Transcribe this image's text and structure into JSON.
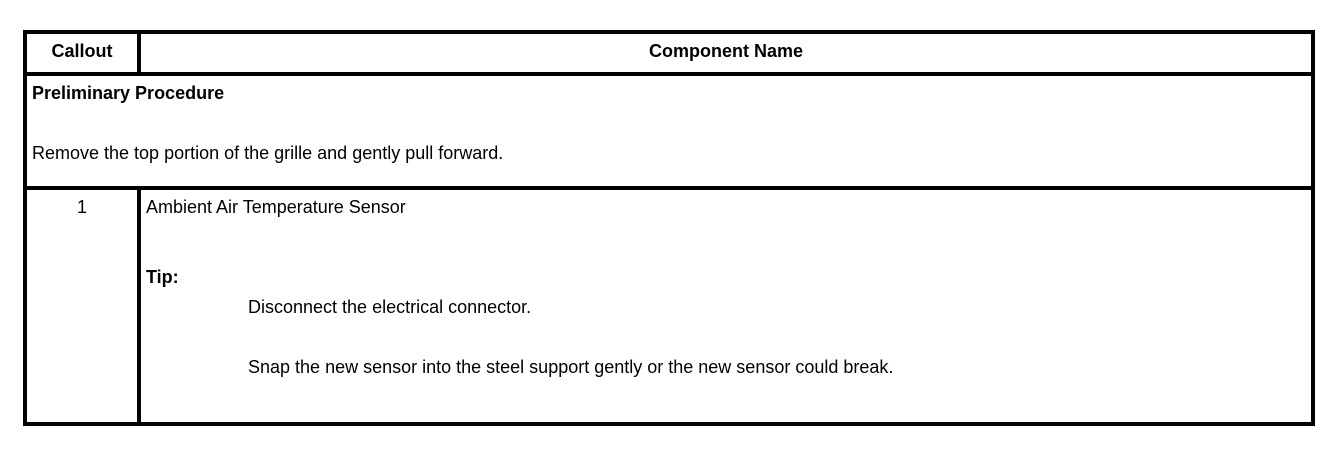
{
  "table": {
    "header": {
      "callout_label": "Callout",
      "component_label": "Component Name"
    },
    "preliminary": {
      "title": "Preliminary Procedure",
      "instruction": "Remove the top portion of the grille and gently pull forward."
    },
    "rows": [
      {
        "callout": "1",
        "component": "Ambient Air Temperature Sensor",
        "tip_label": "Tip:",
        "tips": [
          "Disconnect the electrical connector.",
          "Snap the new sensor into the steel support gently or the new sensor could break."
        ]
      }
    ],
    "colors": {
      "border": "#000000",
      "text": "#000000",
      "background": "#ffffff"
    }
  }
}
